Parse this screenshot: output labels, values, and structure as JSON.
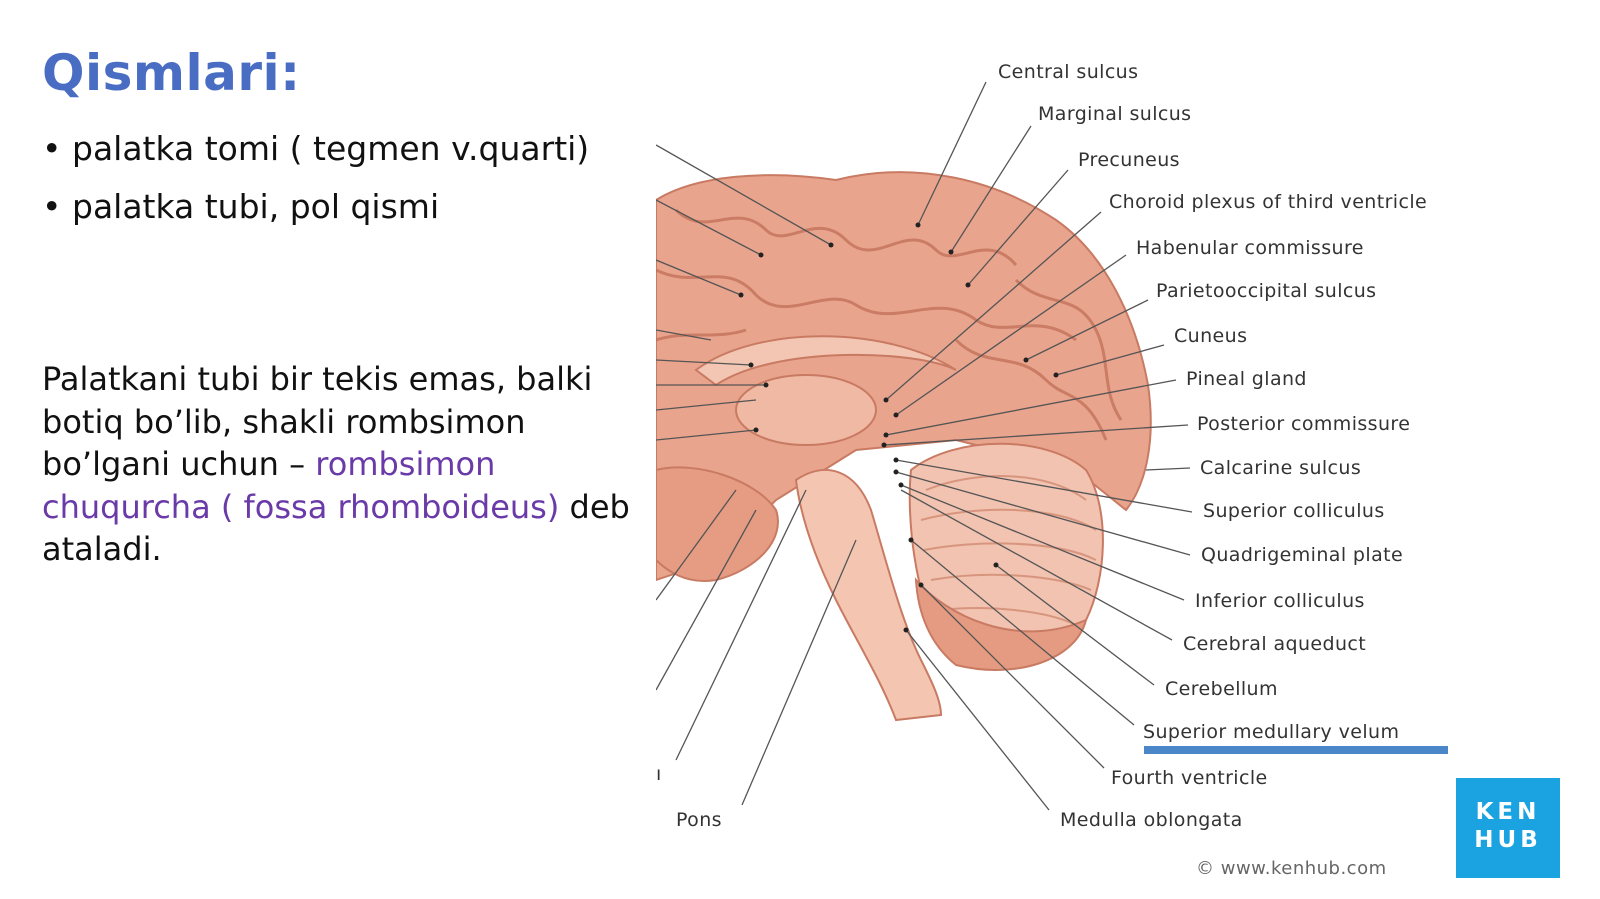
{
  "slide": {
    "title": "Qismlari:",
    "bullets": [
      "palatka tomi ( tegmen v.quarti)",
      "palatka tubi, pol qismi"
    ],
    "paragraph": {
      "part1": "Palatkani tubi bir tekis emas, balki botiq bo’lib, shakli rombsimon bo’lgani uchun – ",
      "highlight": "rombsimon chuqurcha ( fossa rhomboideus)",
      "part2": " deb ataladi."
    },
    "colors": {
      "title": "#4a6dc4",
      "highlight": "#6a3aa8",
      "brain_tissue": "#e8a48c",
      "kenhub_blue": "#1aa3e0",
      "underline": "#4a86c8"
    }
  },
  "diagram": {
    "labels": [
      "Central sulcus",
      "Marginal sulcus",
      "Precuneus",
      "Choroid plexus of third ventricle",
      "Habenular commissure",
      "Parietooccipital sulcus",
      "Cuneus",
      "Pineal gland",
      "Posterior commissure",
      "Calcarine sulcus",
      "Superior colliculus",
      "Quadrigeminal plate",
      "Inferior colliculus",
      "Cerebral aqueduct",
      "Cerebellum",
      "Superior medullary velum",
      "Fourth ventricle",
      "Medulla oblongata"
    ],
    "left_labels": [
      "Pons",
      "ı"
    ],
    "logo": {
      "line1": "KEN",
      "line2": "HUB"
    },
    "credit": "© www.kenhub.com"
  }
}
